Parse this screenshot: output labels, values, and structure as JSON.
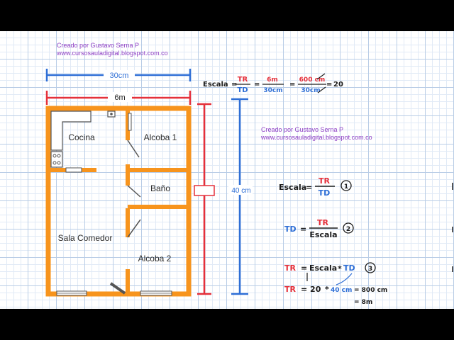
{
  "credit_1": {
    "author": "Creado por Gustavo Serna P",
    "url": "www.cursosauladigital.blogspot.com.co"
  },
  "credit_2": {
    "author": "Creado por Gustavo Serna P",
    "url": "www.cursosauladigital.blogspot.com.co"
  },
  "dimensions": {
    "width_drawing": "30cm",
    "width_real": "6m",
    "height_drawing": "40 cm"
  },
  "rooms": {
    "kitchen": "Cocina",
    "bedroom_1": "Alcoba 1",
    "bathroom": "Baño",
    "living_dining": "Sala Comedor",
    "bedroom_2": "Alcoba 2"
  },
  "scale_calc": {
    "lhs": "Escala",
    "eq": "=",
    "tr": "TR",
    "td": "TD",
    "six_m": "6m",
    "thirty_cm": "30cm",
    "six_hundred_cm": "600 cm",
    "result": "20"
  },
  "formulas": {
    "f1": {
      "lhs": "Escala",
      "eq": "=",
      "num": "TR",
      "den": "TD",
      "marker": "1"
    },
    "f2": {
      "lhs": "TD",
      "eq": "=",
      "num": "TR",
      "den": "Escala",
      "marker": "2"
    },
    "f3": {
      "lhs": "TR",
      "eq": "=",
      "rhs_a": "Escala",
      "times": "*",
      "rhs_b": "TD",
      "marker": "3"
    }
  },
  "example": {
    "lhs": "TR",
    "eq": "= 20",
    "times": "*",
    "value": "40 cm",
    "result_cm": "= 800 cm",
    "result_m": "= 8m"
  },
  "colors": {
    "wall": "#f7941d",
    "blue": "#2f6fd6",
    "red": "#e5303a",
    "ink": "#1c1c1c",
    "credit": "#8e3fc4"
  }
}
